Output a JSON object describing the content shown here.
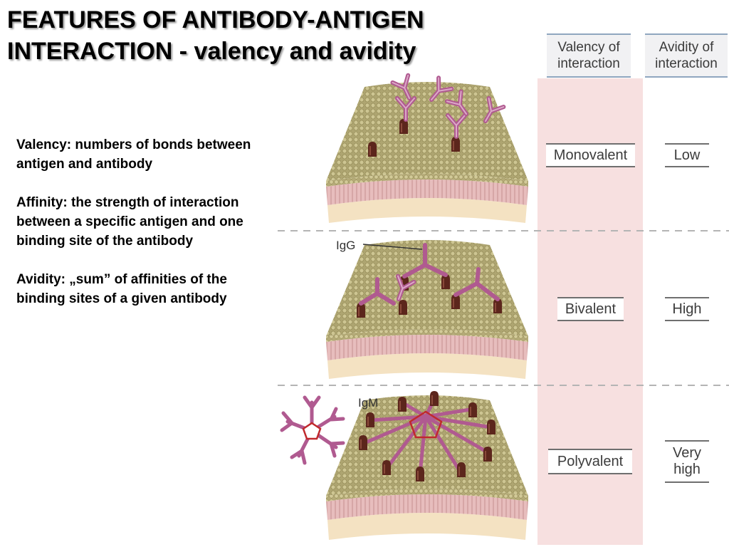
{
  "title": {
    "line1": "FEATURES OF ANTIBODY-ANTIGEN",
    "line2": "INTERACTION - valency and avidity"
  },
  "definitions": [
    {
      "text": "Valency: numbers of bonds between antigen and antibody"
    },
    {
      "text": "Affinity: the strength of interaction between a specific antigen and one binding site of the antibody"
    },
    {
      "text": "Avidity: „sum” of affinities of the binding sites of a given antibody"
    }
  ],
  "table": {
    "headers": [
      {
        "line1": "Valency of",
        "line2": "interaction"
      },
      {
        "line1": "Avidity of",
        "line2": "interaction"
      }
    ],
    "rows": [
      {
        "valency": "Monovalent",
        "avidity_line1": "Low",
        "avidity_line2": ""
      },
      {
        "valency": "Bivalent",
        "avidity_line1": "High",
        "avidity_line2": ""
      },
      {
        "valency": "Polyvalent",
        "avidity_line1": "Very",
        "avidity_line2": "high"
      }
    ]
  },
  "figure_labels": {
    "igg": "IgG",
    "igm": "IgM"
  },
  "colors": {
    "membrane_top": "#b5ab78",
    "membrane_side": "#e5bcbc",
    "cell_interior": "#f4e2c2",
    "antibody": "#b05a90",
    "antigen": "#5c261c",
    "valency_column": "#f7e0e0",
    "igm_pentamer": "#c0292c"
  }
}
